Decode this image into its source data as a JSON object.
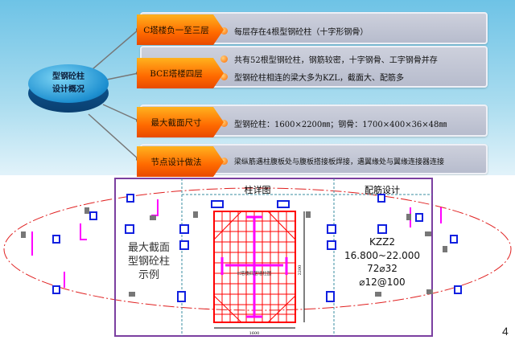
{
  "hub": {
    "line1": "型钢砼柱",
    "line2": "设计概况"
  },
  "rows": [
    {
      "tag": "C塔楼负一至三层",
      "items": [
        "每层存在4根型钢砼柱（十字形钢骨）"
      ]
    },
    {
      "tag": "BCE塔楼四层",
      "items": [
        "共有52根型钢砼柱，钢筋较密，十字钢骨、工字钢骨并存",
        "型钢砼柱相连的梁大多为KZL，截面大、配筋多"
      ]
    },
    {
      "tag": "最大截面尺寸",
      "items": [
        "型钢砼柱：1600×2200㎜；钢骨：1700×400×36×48㎜"
      ]
    },
    {
      "tag": "节点设计做法",
      "items": [
        "梁纵筋遇柱腹板处与腹板搭接板焊接，遇翼缘处与翼缘连接器连接"
      ]
    }
  ],
  "drawing": {
    "left_caption": [
      "最大截面",
      "型钢砼柱",
      "示例"
    ],
    "header_detail": "柱详图",
    "header_rebar": "配筋设计",
    "section_label": "E塔楼四层墙柱图",
    "dim_width": "1600",
    "dim_height": "2200",
    "column_id": "KZZ2",
    "elevation": "16.800~22.000",
    "main_rebar": "72⌀32",
    "stirrup": "⌀12@100"
  },
  "page_number": "4",
  "colors": {
    "orange": "#ff6a00",
    "hub_blue": "#1d8fd0",
    "rebar_red": "#ff0000",
    "steel_magenta": "#ff00ff",
    "frame_purple": "#7b3fa0"
  }
}
